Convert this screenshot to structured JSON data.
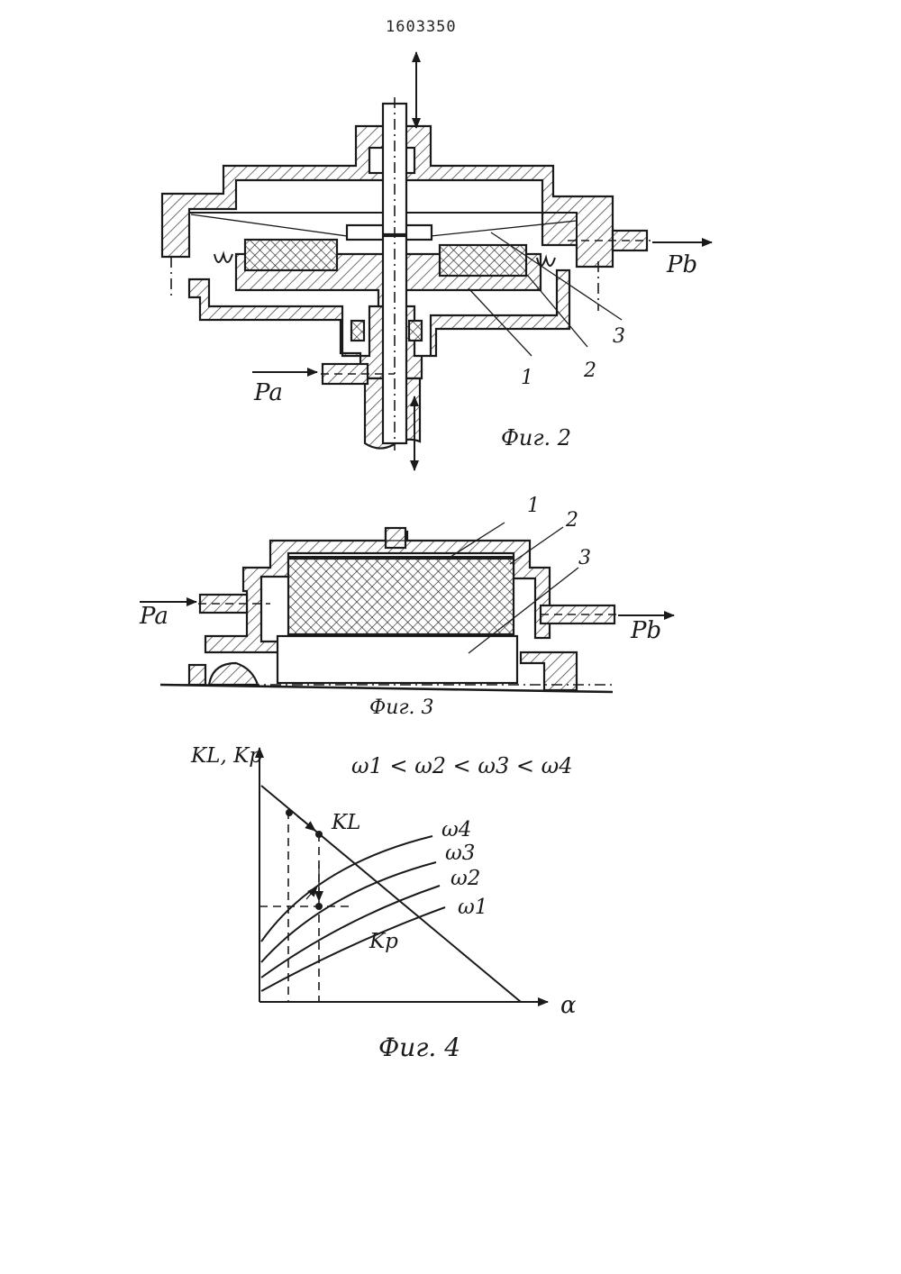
{
  "document": {
    "page_number": "1603350"
  },
  "fig2": {
    "caption": "Фиг. 2",
    "inlet_label": "Pa",
    "outlet_label": "Pb",
    "part_labels": [
      "1",
      "2",
      "3"
    ]
  },
  "fig3": {
    "caption": "Фиг. 3",
    "inlet_label": "Pa",
    "outlet_label": "Pb",
    "part_labels": [
      "1",
      "2",
      "3"
    ]
  },
  "fig4": {
    "caption": "Фиг. 4",
    "y_axis_label": "KL, Kp",
    "x_axis_label": "α",
    "inequality": "ω1 < ω2 < ω3 < ω4",
    "line_label_kl": "KL",
    "line_label_kp": "Kp",
    "curve_labels": [
      "ω4",
      "ω3",
      "ω2",
      "ω1"
    ]
  }
}
